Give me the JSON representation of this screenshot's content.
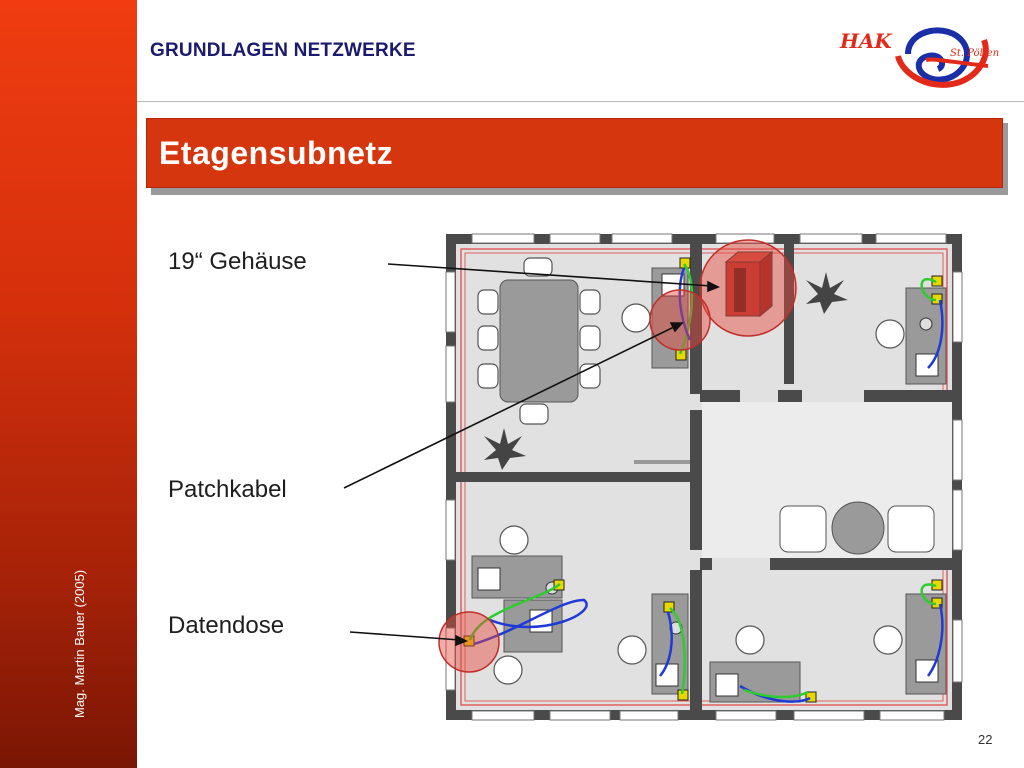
{
  "header": {
    "title": "GRUNDLAGEN NETZWERKE",
    "logo_text_left": "HAK",
    "logo_text_right": "St. Pölten"
  },
  "slide": {
    "title": "Etagensubnetz",
    "labels": {
      "housing": "19“ Gehäuse",
      "patch_cable": "Patchkabel",
      "data_socket": "Datendose"
    }
  },
  "sidebar": {
    "author": "Mag. Martin Bauer (2005)"
  },
  "footer": {
    "page_number": "22"
  },
  "colors": {
    "sidebar_top": "#f03c10",
    "sidebar_bottom": "#7a1604",
    "title_bar": "#d6360e",
    "header_text": "#1a1a6e",
    "highlight_circle": "#e8483c",
    "cable_blue": "#1f3ad6",
    "cable_green": "#2ecc2e",
    "socket_yellow": "#e8d800"
  }
}
